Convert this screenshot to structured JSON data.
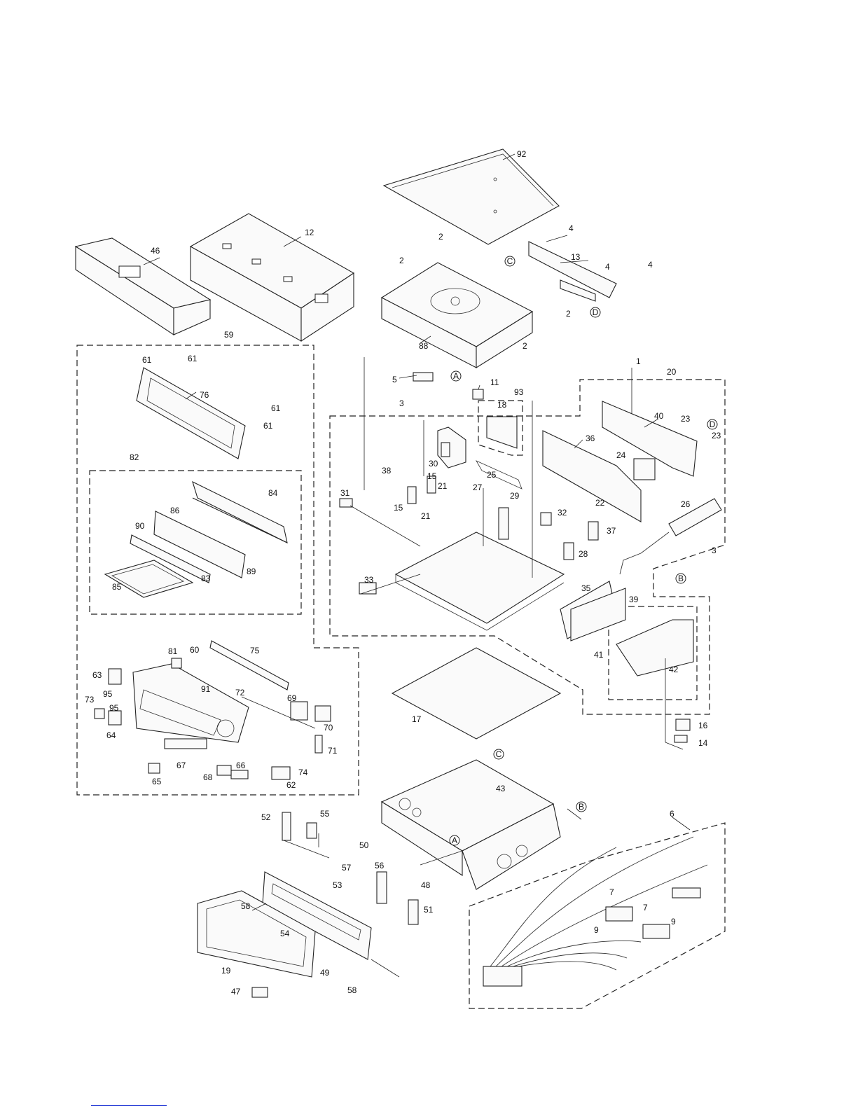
{
  "diagram": {
    "parts": {
      "p92": "92",
      "p2a": "2",
      "p2b": "2",
      "p2c": "2",
      "p2d": "2",
      "p4a": "4",
      "p4b": "4",
      "p4c": "4",
      "p13": "13",
      "p12": "12",
      "p46": "46",
      "p88": "88",
      "p59": "59",
      "p61a": "61",
      "p61b": "61",
      "p61c": "61",
      "p61d": "61",
      "p76": "76",
      "p5": "5",
      "p11": "11",
      "p93": "93",
      "p18": "18",
      "p1": "1",
      "p20": "20",
      "p40": "40",
      "p23a": "23",
      "p23b": "23",
      "p24": "24",
      "p36": "36",
      "p3a": "3",
      "p3b": "3",
      "p30": "30",
      "p25": "25",
      "p38": "38",
      "p15a": "15",
      "p15b": "15",
      "p21a": "21",
      "p21b": "21",
      "p27": "27",
      "p29": "29",
      "p31": "31",
      "p32": "32",
      "p22": "22",
      "p26": "26",
      "p37": "37",
      "p28": "28",
      "p33": "33",
      "p35": "35",
      "p39": "39",
      "p41": "41",
      "p42": "42",
      "p82": "82",
      "p84": "84",
      "p86": "86",
      "p90": "90",
      "p89": "89",
      "p83": "83",
      "p85": "85",
      "p81": "81",
      "p60": "60",
      "p75": "75",
      "p63": "63",
      "p95a": "95",
      "p95b": "95",
      "p91": "91",
      "p72": "72",
      "p69": "69",
      "p73": "73",
      "p70": "70",
      "p64": "64",
      "p71": "71",
      "p74": "74",
      "p66": "66",
      "p67": "67",
      "p68": "68",
      "p65": "65",
      "p62": "62",
      "p17": "17",
      "p16": "16",
      "p14": "14",
      "p43": "43",
      "p6": "6",
      "p52": "52",
      "p55": "55",
      "p50": "50",
      "p57": "57",
      "p56": "56",
      "p48": "48",
      "p53": "53",
      "p58a": "58",
      "p58b": "58",
      "p51": "51",
      "p54": "54",
      "p19": "19",
      "p49": "49",
      "p47": "47",
      "p7a": "7",
      "p7b": "7",
      "p9a": "9",
      "p9b": "9"
    },
    "refs": {
      "C1": "C",
      "D1": "D",
      "A1": "A",
      "D2": "D",
      "B1": "B",
      "C2": "C",
      "B2": "B",
      "A2": "A"
    }
  }
}
